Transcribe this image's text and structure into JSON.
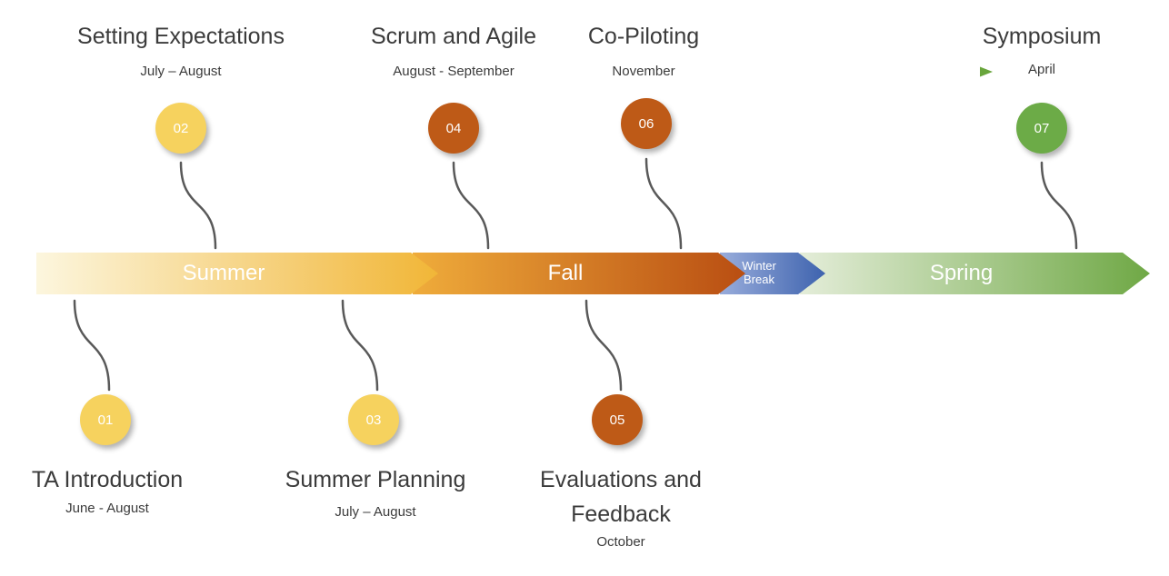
{
  "timeline": {
    "segments": [
      {
        "label": "Summer",
        "color_start": "#FCF6DE",
        "color_end": "#F1B637"
      },
      {
        "label": "Fall",
        "color_start": "#EFAC3B",
        "color_end": "#B94E12"
      },
      {
        "label": "Winter Break",
        "color_start": "#98ACDB",
        "color_end": "#3E63AE"
      },
      {
        "label": "Spring",
        "color_start": "#E4EDD9",
        "color_end": "#6FA845"
      }
    ]
  },
  "mini_arrow": {
    "color_left": "#BF6A2A",
    "color_middle": "#4C6CB0",
    "color_right": "#69A53C"
  },
  "milestones_top": [
    {
      "id": "02",
      "title": "Setting Expectations",
      "dates": "July – August",
      "color": "#F6D25E"
    },
    {
      "id": "04",
      "title": "Scrum and Agile",
      "dates": "August - September",
      "color": "#BE5A17"
    },
    {
      "id": "06",
      "title": "Co-Piloting",
      "dates": "November",
      "color": "#BE5A17"
    },
    {
      "id": "07",
      "title": "Symposium",
      "dates": "April",
      "color": "#6CAB47"
    }
  ],
  "milestones_bottom": [
    {
      "id": "01",
      "title": "TA Introduction",
      "dates": "June - August",
      "color": "#F6D25E"
    },
    {
      "id": "03",
      "title": "Summer Planning",
      "dates": "July – August",
      "color": "#F6D25E"
    },
    {
      "id": "05",
      "title": "Evaluations and Feedback",
      "dates": "October",
      "color": "#BE5A17"
    }
  ],
  "connector_color": "#595959"
}
